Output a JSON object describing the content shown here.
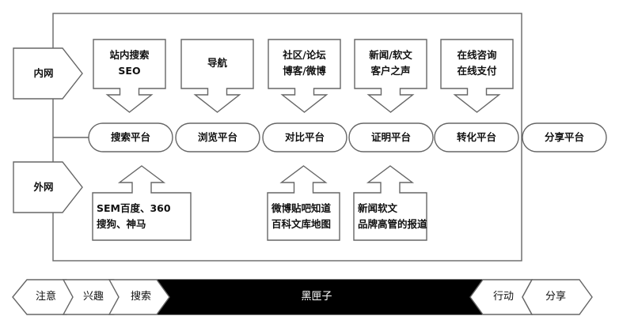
{
  "zones": {
    "intranet": "内网",
    "extranet": "外网"
  },
  "top_boxes": [
    {
      "line1": "站内搜索",
      "line2": "SEO"
    },
    {
      "line1": "导航",
      "line2": ""
    },
    {
      "line1": "社区/论坛",
      "line2": "博客/微博"
    },
    {
      "line1": "新闻/软文",
      "line2": "客户之声"
    },
    {
      "line1": "在线咨询",
      "line2": "在线支付"
    }
  ],
  "platforms": [
    "搜索平台",
    "浏览平台",
    "对比平台",
    "证明平台",
    "转化平台",
    "分享平台"
  ],
  "bottom_boxes": [
    {
      "line1": "SEM百度、360",
      "line2": "搜狗、神马"
    },
    {
      "line1": "微博贴吧知道",
      "line2": "百科文库地图"
    },
    {
      "line1": "新闻软文",
      "line2": "品牌高管的报道"
    }
  ],
  "funnel": {
    "stages": [
      "注意",
      "兴趣",
      "搜索",
      "黑匣子",
      "行动",
      "分享"
    ]
  },
  "colors": {
    "stroke": "#666666",
    "fill": "#ffffff",
    "black_box": "#000000"
  }
}
